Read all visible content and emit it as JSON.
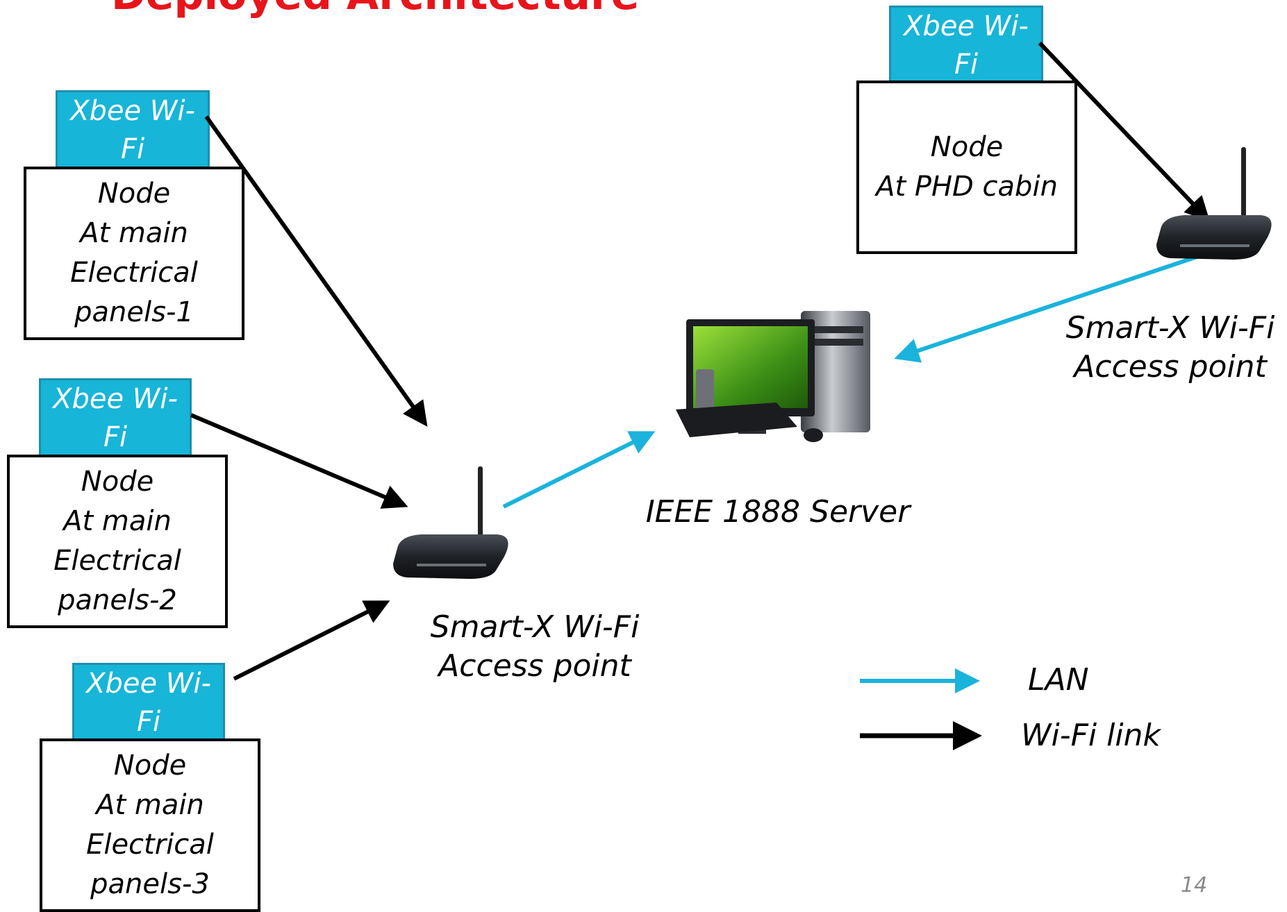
{
  "title": "Deployed Architecture",
  "nodes": [
    {
      "badge_line1": "Xbee Wi-",
      "badge_line2": "Fi",
      "line1": "Node",
      "line2": "At main",
      "line3": "Electrical",
      "line4": "panels-1"
    },
    {
      "badge_line1": "Xbee Wi-",
      "badge_line2": "Fi",
      "line1": "Node",
      "line2": "At main",
      "line3": "Electrical",
      "line4": "panels-2"
    },
    {
      "badge_line1": "Xbee Wi-",
      "badge_line2": "Fi",
      "line1": "Node",
      "line2": "At main",
      "line3": "Electrical",
      "line4": "panels-3"
    },
    {
      "badge_line1": "Xbee Wi-",
      "badge_line2": "Fi",
      "line1": "Node",
      "line2": "At PHD cabin"
    }
  ],
  "access_point_main": {
    "line1": "Smart-X Wi-Fi",
    "line2": "Access point"
  },
  "access_point_right": {
    "line1": "Smart-X Wi-Fi",
    "line2": "Access point"
  },
  "server": {
    "label": "IEEE 1888 Server"
  },
  "legend": {
    "lan": "LAN",
    "wifi": "Wi-Fi link"
  },
  "colors": {
    "title": "#e8141b",
    "badge": "#17b5d7",
    "lan_arrow": "#1ab3dc",
    "wifi_arrow": "#000000"
  },
  "icons": {
    "router": "wifi-router-icon",
    "server": "desktop-computer-icon"
  },
  "page_number": "14"
}
